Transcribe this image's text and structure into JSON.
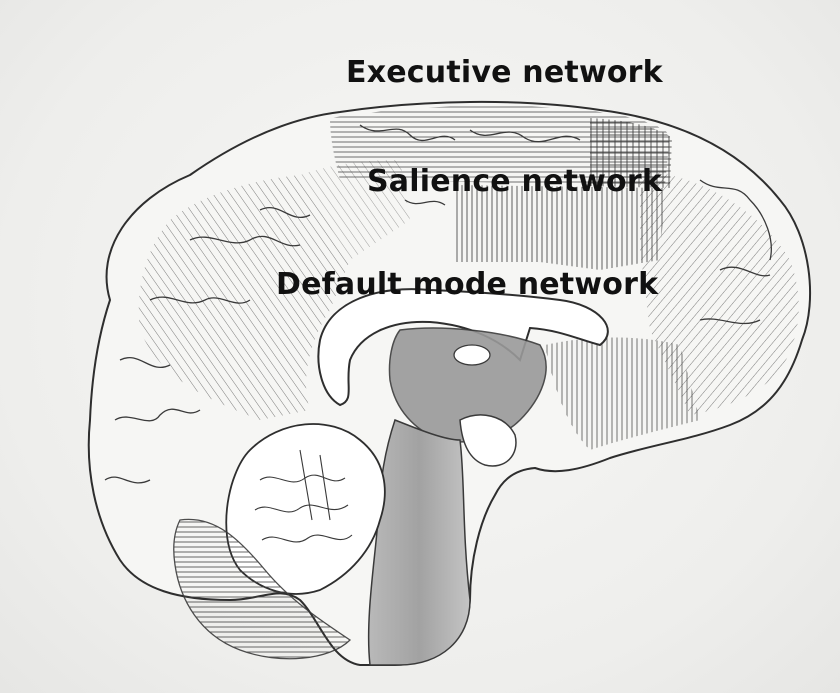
{
  "diagram": {
    "labels": {
      "executive": "Executive network",
      "salience": "Salience network",
      "default_mode": "Default mode network"
    },
    "colors": {
      "paper": "#f4f4f2",
      "pencil": "#3a3a3a",
      "shading": "#8a8a8a",
      "text": "#111111"
    }
  }
}
